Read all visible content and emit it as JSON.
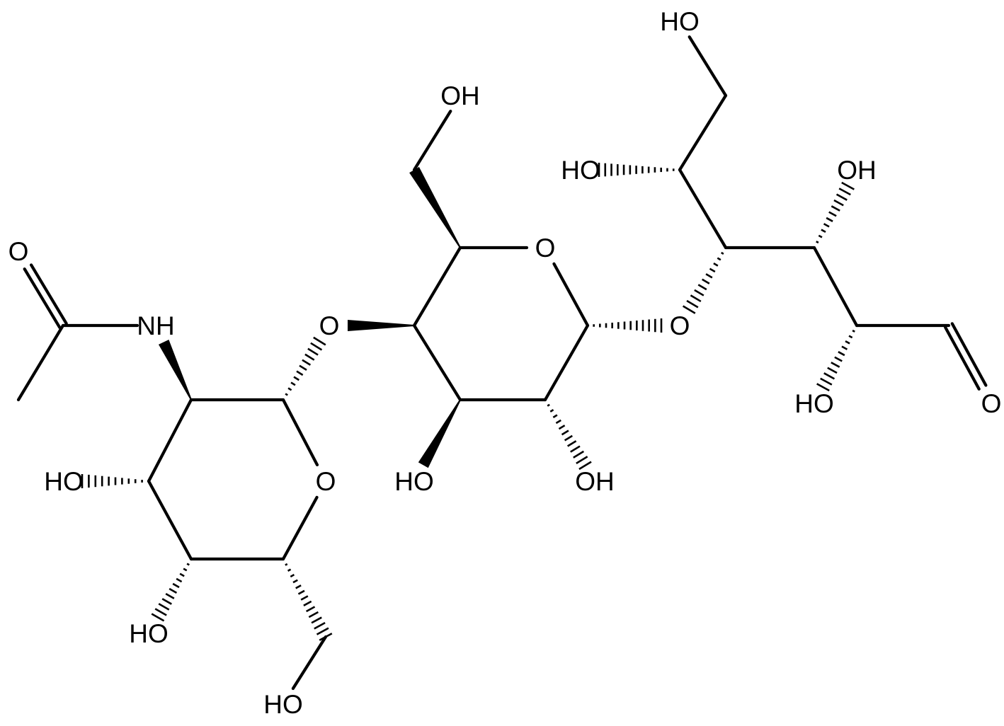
{
  "colors": {
    "bond": "#000000",
    "background": "#ffffff"
  },
  "labels": {
    "O": "O",
    "OH": "OH",
    "HO": "HO",
    "NH": "NH"
  }
}
